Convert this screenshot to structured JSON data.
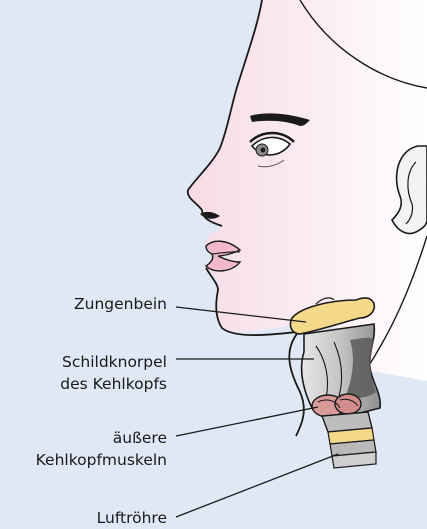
{
  "labels": {
    "zungenbein": "Zungenbein",
    "schildknorpel_line1": "Schildknorpel",
    "schildknorpel_line2": "des Kehlkopfs",
    "muskeln_line1": "äußere",
    "muskeln_line2": "Kehlkopfmuskeln",
    "luftroehre": "Luftröhre"
  },
  "colors": {
    "background": "#dfe8f4",
    "skin": "#f9e6ee",
    "hyoid": "#f4d98a",
    "cartilage": "#cfcfcf",
    "cartilage_dark": "#555555",
    "muscle": "#d99a9a",
    "trachea_ring": "#b9b9b9",
    "outline": "#1a1a1a"
  }
}
